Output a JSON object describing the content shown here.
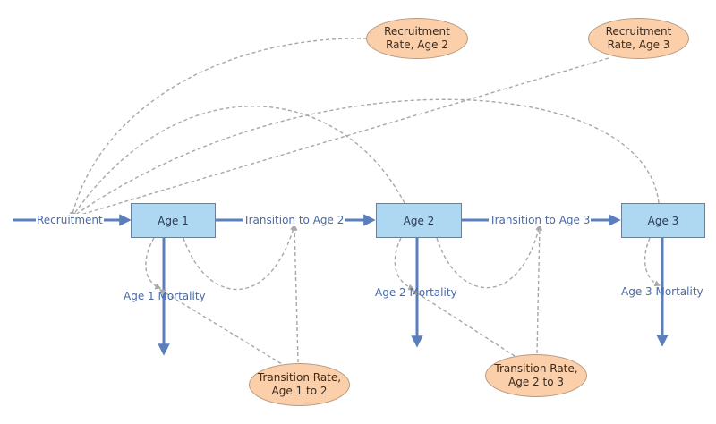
{
  "colors": {
    "flow": "#5b7fbd",
    "connector": "#a8a8a8",
    "stock_fill": "#aed8f2",
    "aux_fill": "#fbcfa9"
  },
  "stocks": {
    "age1": "Age 1",
    "age2": "Age 2",
    "age3": "Age 3"
  },
  "flows": {
    "recruitment": "Recruitment",
    "transition_12": "Transition to Age 2",
    "transition_23": "Transition to Age 3",
    "mortality_1": "Age 1 Mortality",
    "mortality_2": "Age 2 Mortality",
    "mortality_3": "Age 3 Mortality"
  },
  "variables": {
    "recruit_rate_2": {
      "line1": "Recruitment",
      "line2": "Rate, Age 2"
    },
    "recruit_rate_3": {
      "line1": "Recruitment",
      "line2": "Rate, Age 3"
    },
    "trans_rate_12": {
      "line1": "Transition Rate,",
      "line2": "Age 1 to 2"
    },
    "trans_rate_23": {
      "line1": "Transition Rate,",
      "line2": "Age 2 to 3"
    }
  }
}
